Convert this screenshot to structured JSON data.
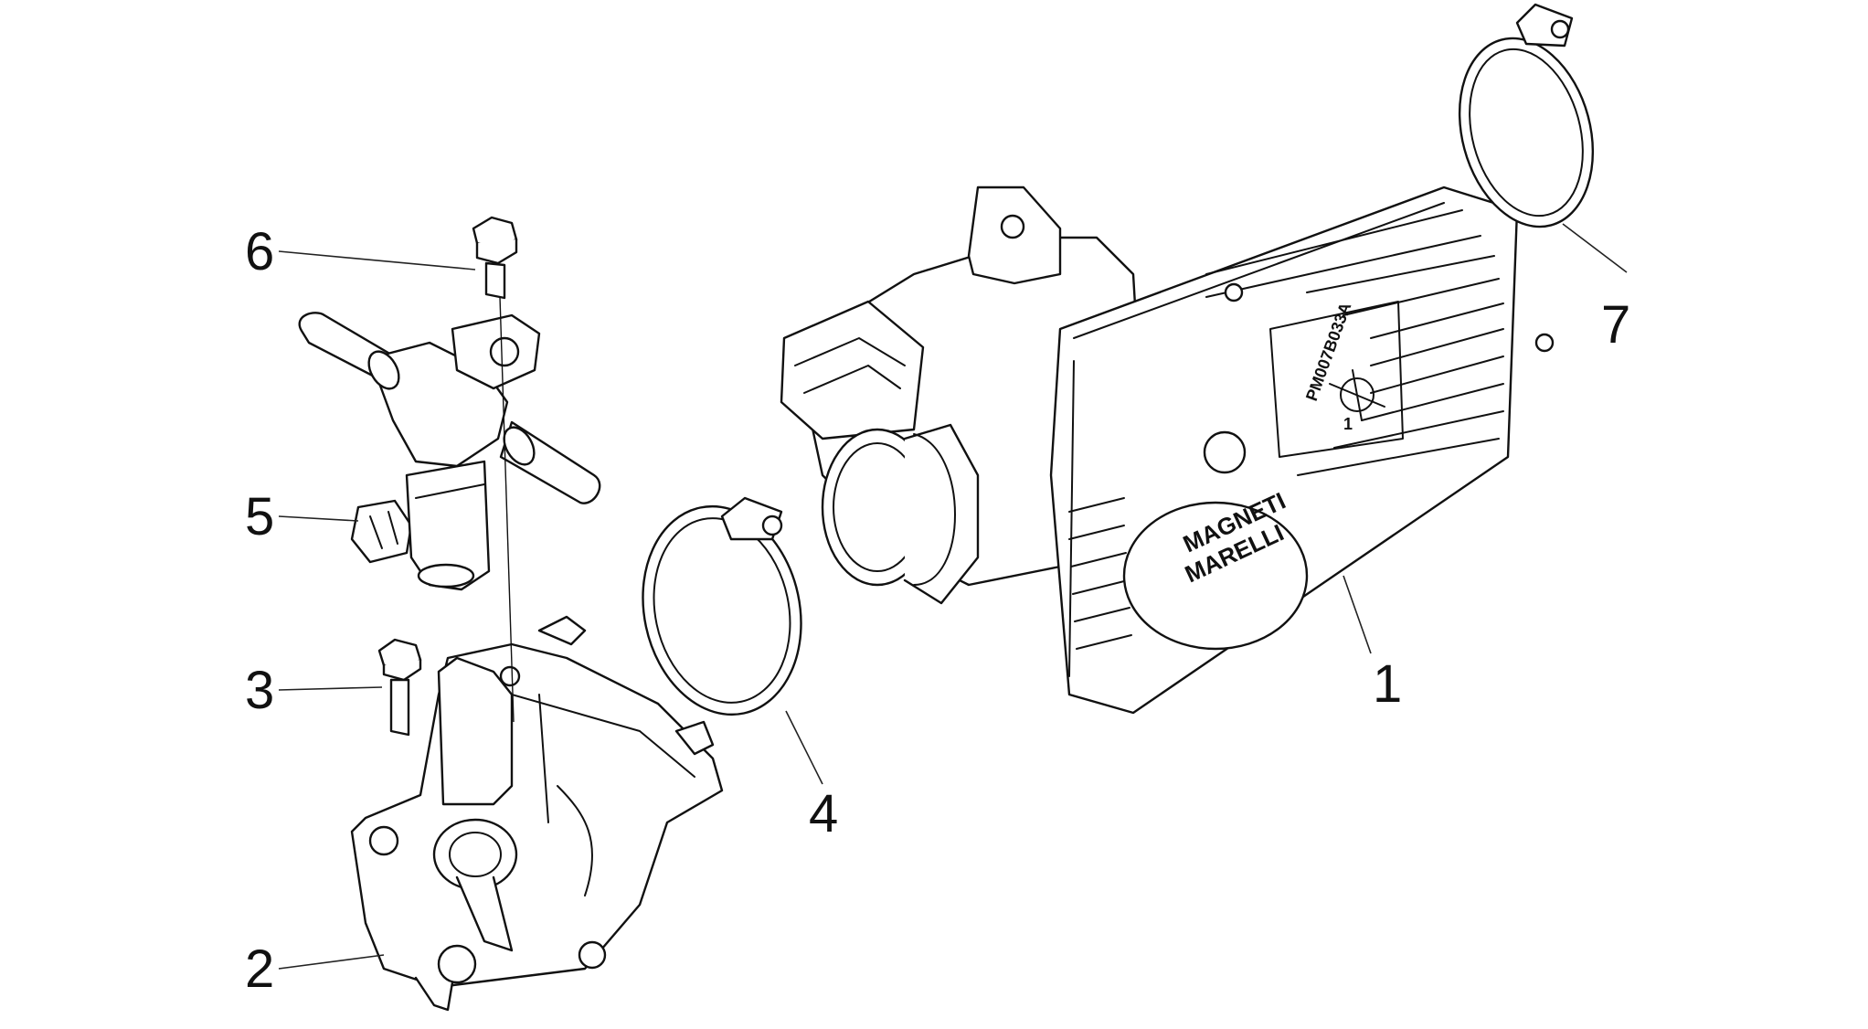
{
  "callouts": [
    {
      "id": "1",
      "label": "1"
    },
    {
      "id": "2",
      "label": "2"
    },
    {
      "id": "3",
      "label": "3"
    },
    {
      "id": "4",
      "label": "4"
    },
    {
      "id": "5",
      "label": "5"
    },
    {
      "id": "6",
      "label": "6"
    },
    {
      "id": "7",
      "label": "7"
    }
  ],
  "part_markings": {
    "part_code": "PM007B033A",
    "brand_logo_line1": "MAGNETI",
    "brand_logo_line2": "MARELLI",
    "housing_number": "1"
  }
}
